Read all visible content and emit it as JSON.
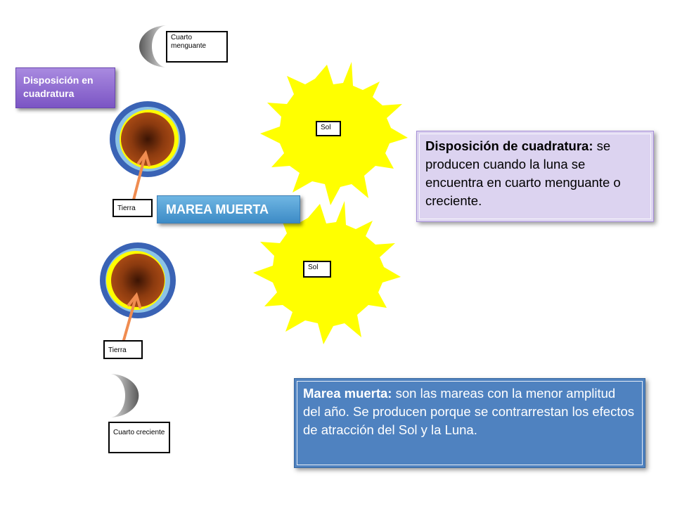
{
  "labels": {
    "cuarto_menguante": "Cuarto menguante",
    "disposicion_tag": "Disposición en cuadratura",
    "sol_top": "Sol",
    "sol_bottom": "Sol",
    "tierra_top": "Tierra",
    "tierra_bottom": "Tierra",
    "marea_muerta_tag": "MAREA MUERTA",
    "cuarto_creciente": "Cuarto creciente"
  },
  "info_cuadratura": {
    "term": "Disposición de cuadratura:",
    "text": " se producen cuando la luna se encuentra en cuarto menguante o creciente."
  },
  "info_marea": {
    "term": "Marea muerta:",
    "text": " son las mareas con la menor amplitud del año. Se producen porque se contrarrestan los efectos de atracción del Sol y la Luna."
  },
  "colors": {
    "sun": "#ffff00",
    "earth_core": "#8b3a0f",
    "earth_ring": "#3a63b5",
    "arrow": "#f08c50",
    "moon": "#9a9a9a"
  }
}
